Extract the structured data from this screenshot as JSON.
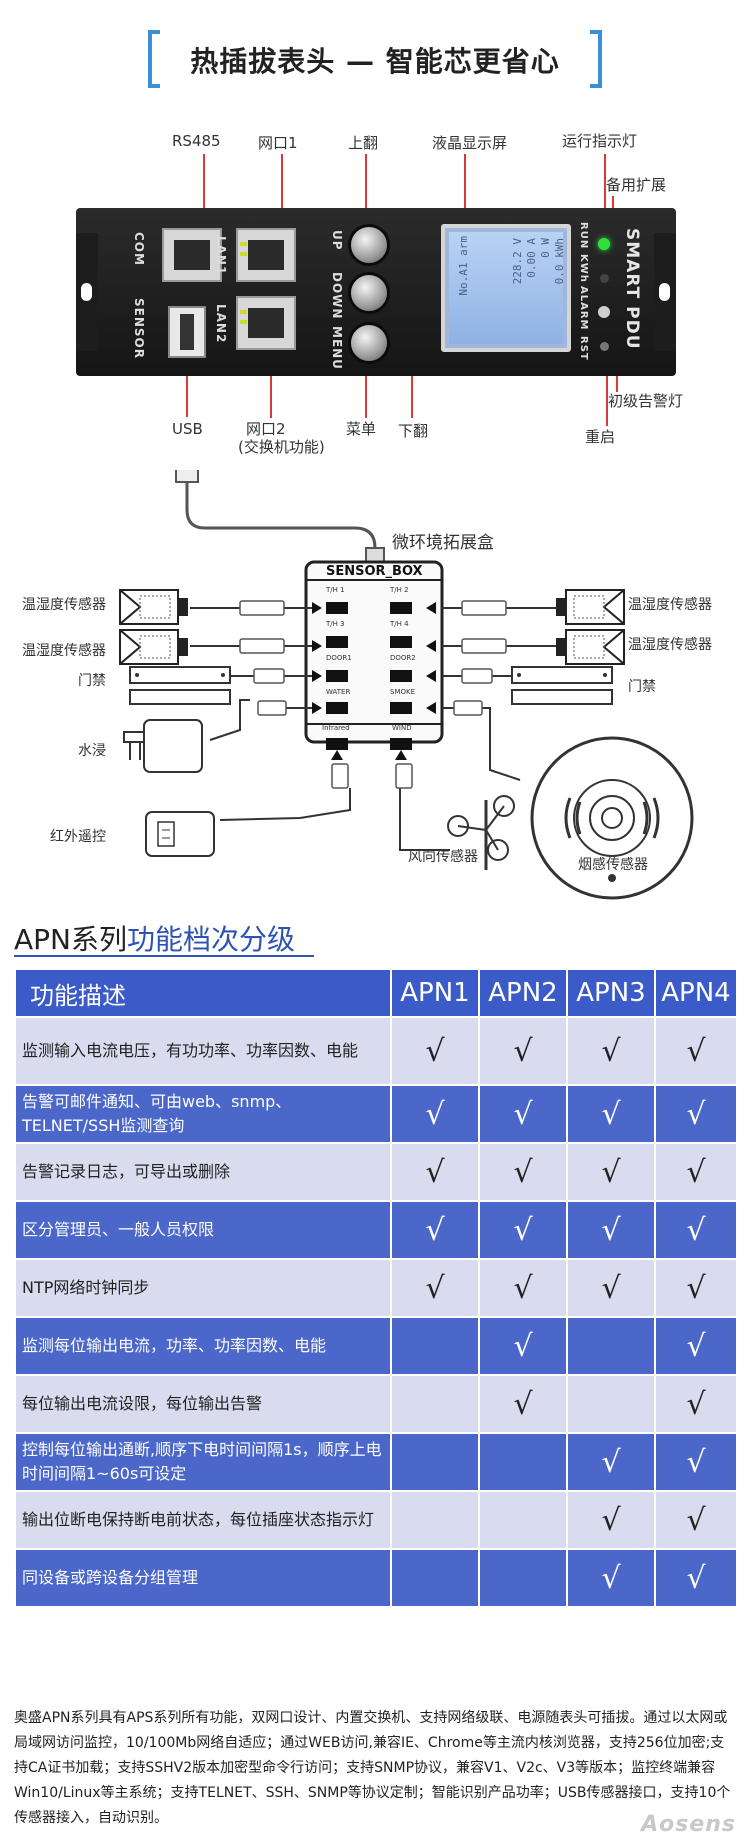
{
  "title": "热插拔表头 — 智能芯更省心",
  "device_labels": {
    "rs485": "RS485",
    "lan1": "网口1",
    "up": "上翻",
    "lcd": "液晶显示屏",
    "run_led": "运行指示灯",
    "spare": "备用扩展",
    "usb": "USB",
    "lan2_line1": "网口2",
    "lan2_line2": "(交换机功能)",
    "menu": "菜单",
    "down": "下翻",
    "alarm_led": "初级告警灯",
    "reset": "重启"
  },
  "panel_text": {
    "com": "COM",
    "sensor": "SENSOR",
    "lan1": "LAN1",
    "lan2": "LAN2",
    "up": "UP",
    "down": "DOWN",
    "menu": "MENU",
    "run": "RUN",
    "kwh": "KWh",
    "alarm": "ALARM",
    "rst": "RST",
    "brand": "SMART PDU"
  },
  "lcd_lines": [
    "No.A1 arm",
    "228.2  V",
    "0.00  A",
    "0   W",
    "0.0 kWh"
  ],
  "diagram": {
    "box_title": "SENSOR_BOX",
    "box_label": "微环境拓展盒",
    "port_labels": [
      "T/H 1",
      "T/H 2",
      "T/H 3",
      "T/H 4",
      "DOOR1",
      "DOOR2",
      "WATER",
      "SMOKE",
      "Infrared",
      "WIND"
    ],
    "left_sensors": [
      "温湿度传感器",
      "温湿度传感器",
      "门禁",
      "水浸",
      "红外遥控"
    ],
    "right_sensors": [
      "温湿度传感器",
      "温湿度传感器",
      "门禁"
    ],
    "wind": "风向传感器",
    "smoke": "烟感传感器"
  },
  "section": {
    "prefix": "APN系列",
    "highlight": "功能档次分级"
  },
  "table": {
    "headers": [
      "功能描述",
      "APN1",
      "APN2",
      "APN3",
      "APN4"
    ],
    "check_mark": "√",
    "rows": [
      {
        "desc": "监测输入电流电压，有功功率、功率因数、电能",
        "checks": [
          true,
          true,
          true,
          true
        ]
      },
      {
        "desc": "告警可邮件通知、可由web、snmp、TELNET/SSH监测查询",
        "checks": [
          true,
          true,
          true,
          true
        ]
      },
      {
        "desc": "告警记录日志，可导出或删除",
        "checks": [
          true,
          true,
          true,
          true
        ]
      },
      {
        "desc": "区分管理员、一般人员权限",
        "checks": [
          true,
          true,
          true,
          true
        ]
      },
      {
        "desc": "NTP网络时钟同步",
        "checks": [
          true,
          true,
          true,
          true
        ]
      },
      {
        "desc": "监测每位输出电流，功率、功率因数、电能",
        "checks": [
          false,
          true,
          false,
          true
        ]
      },
      {
        "desc": "每位输出电流设限，每位输出告警",
        "checks": [
          false,
          true,
          false,
          true
        ]
      },
      {
        "desc": "控制每位输出通断,顺序下电时间间隔1s，顺序上电时间间隔1~60s可设定",
        "checks": [
          false,
          false,
          true,
          true
        ]
      },
      {
        "desc": "输出位断电保持断电前状态，每位插座状态指示灯",
        "checks": [
          false,
          false,
          true,
          true
        ]
      },
      {
        "desc": "同设备或跨设备分组管理",
        "checks": [
          false,
          false,
          true,
          true
        ]
      }
    ]
  },
  "footer": "奥盛APN系列具有APS系列所有功能，双网口设计、内置交换机、支持网络级联、电源随表头可插拔。通过以太网或局域网访问监控，10/100Mb网络自适应；通过WEB访问,兼容IE、Chrome等主流内核浏览器，支持256位加密;支持CA证书加载；支持SSHV2版本加密型命令行访问；支持SNMP协议，兼容V1、V2c、V3等版本；监控终端兼容Win10/Linux等主系统；支持TELNET、SSH、SNMP等协议定制；智能识别产品功率；USB传感器接口，支持10个传感器接入，自动识别。",
  "logo": "Aosens"
}
